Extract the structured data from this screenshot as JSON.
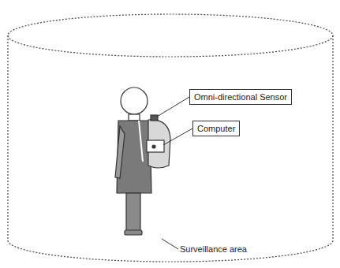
{
  "diagram": {
    "nodes": [
      {
        "text": [
          "Omni-directional Sensor"
        ]
      },
      {
        "text": [
          "Computer"
        ]
      }
    ],
    "labels": [
      "Surveillance area"
    ]
  }
}
